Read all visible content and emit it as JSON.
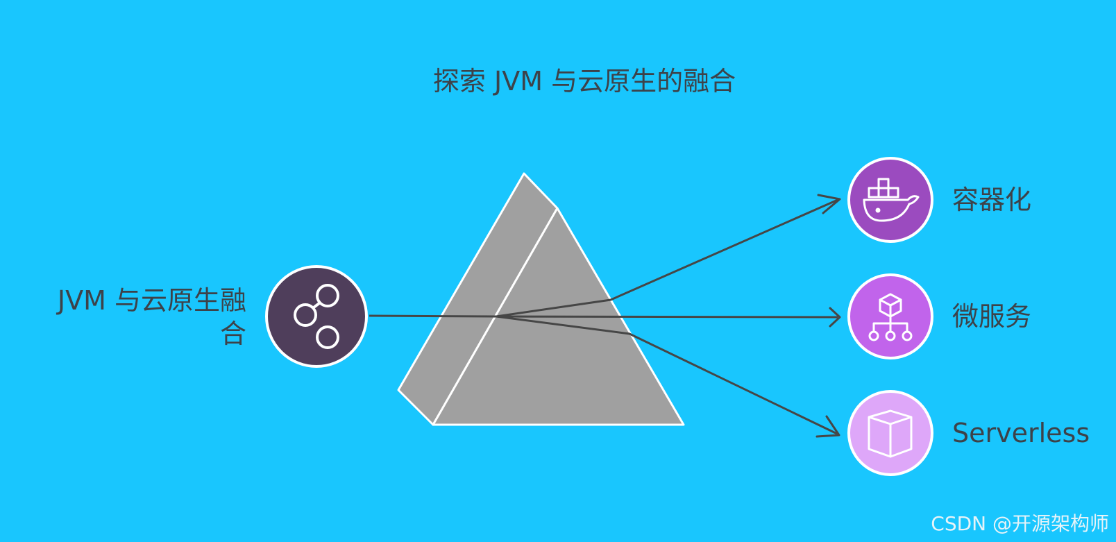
{
  "title": "探索 JVM 与云原生的融合",
  "source": {
    "label_line1": "JVM 与云原生融",
    "label_line2": "合",
    "icon": "link-icon",
    "color": "#4f3e5b"
  },
  "outputs": [
    {
      "label": "容器化",
      "icon": "docker-icon",
      "color": "#9b4bbf"
    },
    {
      "label": "微服务",
      "icon": "microservice-icon",
      "color": "#c164eb"
    },
    {
      "label": "Serverless",
      "icon": "box-icon",
      "color": "#dea7f9"
    }
  ],
  "prism_color": "#a0a0a0",
  "arrow_color": "#464646",
  "watermark": "CSDN @开源架构师"
}
